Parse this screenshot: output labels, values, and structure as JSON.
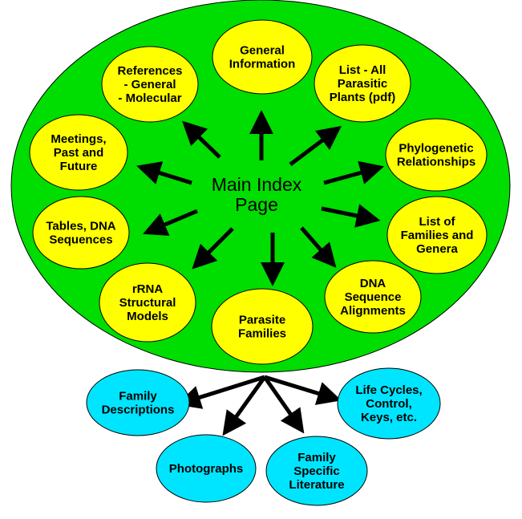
{
  "colors": {
    "main_area": "#00dd00",
    "index_node": "#ffff00",
    "family_node": "#00e5ff",
    "arrow": "#000000",
    "outline": "#000000"
  },
  "center": {
    "lines": [
      "Main Index",
      "Page"
    ]
  },
  "nodes": [
    {
      "id": "general-information",
      "lines": [
        "General",
        "Information"
      ]
    },
    {
      "id": "list-all-parasitic-plants",
      "lines": [
        "List - All",
        "Parasitic",
        "Plants (pdf)"
      ]
    },
    {
      "id": "phylogenetic-relationships",
      "lines": [
        "Phylogenetic",
        "Relationships"
      ]
    },
    {
      "id": "list-of-families-and-genera",
      "lines": [
        "List of",
        "Families and",
        "Genera"
      ]
    },
    {
      "id": "dna-sequence-alignments",
      "lines": [
        "DNA",
        "Sequence",
        "Alignments"
      ]
    },
    {
      "id": "parasite-families",
      "lines": [
        "Parasite",
        "Families"
      ]
    },
    {
      "id": "rrna-structural-models",
      "lines": [
        "rRNA",
        "Structural",
        "Models"
      ]
    },
    {
      "id": "tables-dna-sequences",
      "lines": [
        "Tables, DNA",
        "Sequences"
      ]
    },
    {
      "id": "meetings-past-and-future",
      "lines": [
        "Meetings,",
        "Past and",
        "Future"
      ]
    },
    {
      "id": "references",
      "lines": [
        "References",
        "- General",
        "- Molecular"
      ]
    }
  ],
  "family_nodes": [
    {
      "id": "family-descriptions",
      "lines": [
        "Family",
        "Descriptions"
      ]
    },
    {
      "id": "photographs",
      "lines": [
        "Photographs"
      ]
    },
    {
      "id": "family-specific-literature",
      "lines": [
        "Family",
        "Specific",
        "Literature"
      ]
    },
    {
      "id": "life-cycles-control-keys",
      "lines": [
        "Life Cycles,",
        "Control,",
        "Keys, etc."
      ]
    }
  ]
}
